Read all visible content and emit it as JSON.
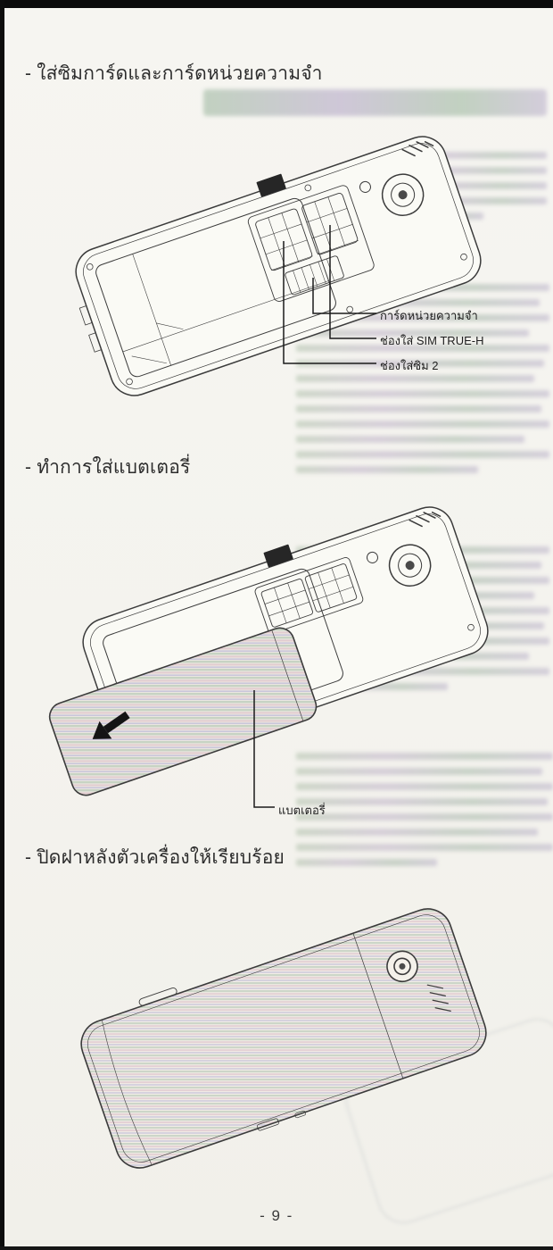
{
  "page": {
    "number_label": "- 9 -",
    "paper_color": "#f5f4ef",
    "ink_color": "#2d2d2d",
    "line_art_color": "#3b3b3b",
    "showthrough_green": "#a8bba3",
    "showthrough_purple": "#b9abc4",
    "battery_stripe_colors": [
      "#c7d3c3",
      "#e2ccd0",
      "#cac6da"
    ]
  },
  "sections": [
    {
      "heading": "- ใส่ซิมการ์ดและการ์ดหน่วยความจำ",
      "callouts": [
        {
          "label": "การ์ดหน่วยความจำ"
        },
        {
          "label": "ช่องใส่ SIM TRUE-H"
        },
        {
          "label": "ช่องใส่ซิม 2"
        }
      ]
    },
    {
      "heading": "- ทำการใส่แบตเตอรี่",
      "callouts": [
        {
          "label": "แบตเตอรี่"
        }
      ]
    },
    {
      "heading": "- ปิดฝาหลังตัวเครื่องให้เรียบร้อย",
      "callouts": []
    }
  ]
}
